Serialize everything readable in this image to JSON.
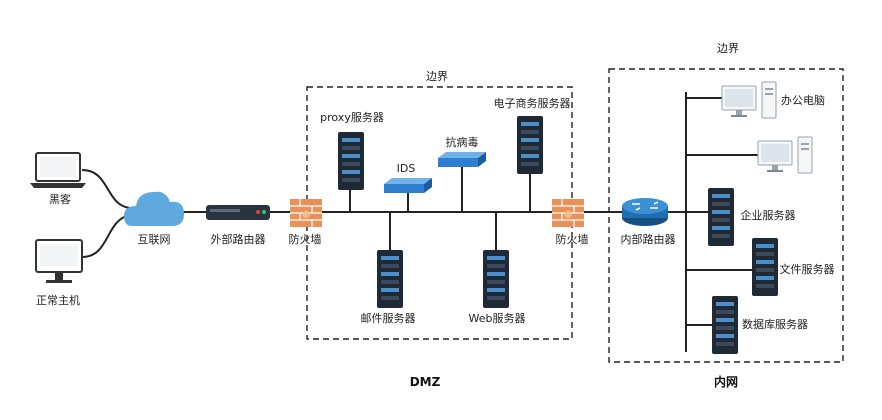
{
  "zones": {
    "dmz": {
      "boundary_label": "边界",
      "name": "DMZ"
    },
    "intranet": {
      "boundary_label": "边界",
      "name": "内网"
    }
  },
  "nodes": {
    "hacker": "黑客",
    "normal_host": "正常主机",
    "internet": "互联网",
    "external_router": "外部路由器",
    "firewall_outer": "防火墙",
    "proxy_server": "proxy服务器",
    "ids": "IDS",
    "antivirus": "抗病毒",
    "ecommerce_server": "电子商务服务器",
    "mail_server": "邮件服务器",
    "web_server": "Web服务器",
    "firewall_inner": "防火墙",
    "internal_router": "内部路由器",
    "office_pc": "办公电脑",
    "enterprise_server": "企业服务器",
    "file_server": "文件服务器",
    "database_server": "数据库服务器"
  },
  "colors": {
    "line": "#222222",
    "server_body": "#1f2a36",
    "server_light": "#4d8fc9",
    "switch": "#2e7fd0",
    "firewall": "#e8915a",
    "cloud": "#5fa9df",
    "router": "#1e6fb0",
    "monitor": "#d9dde2"
  }
}
